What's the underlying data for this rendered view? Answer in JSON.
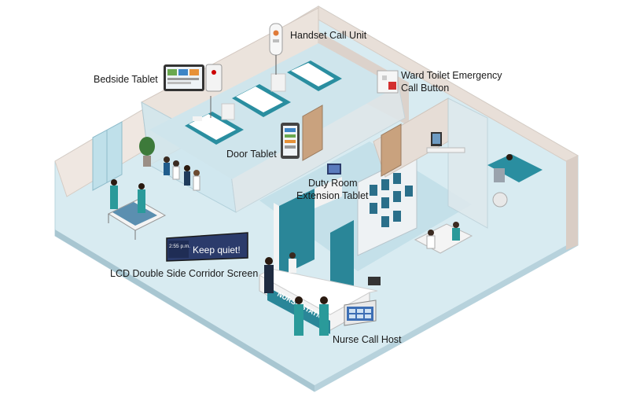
{
  "labels": {
    "handset_call_unit": "Handset Call Unit",
    "bedside_tablet": "Bedside Tablet",
    "ward_toilet_line1": "Ward Toilet Emergency",
    "ward_toilet_line2": "Call Button",
    "door_tablet": "Door Tablet",
    "duty_room_line1": "Duty Room",
    "duty_room_line2": "Extension Tablet",
    "lcd_screen": "LCD Double Side Corridor Screen",
    "nurse_call_host": "Nurse Call Host"
  },
  "corridor_screen": {
    "time": "2:55 p.m.",
    "message": "Keep quiet!"
  },
  "station_sign": "NURSE STATION",
  "colors": {
    "floor": "#cfe6ee",
    "wall": "#e9e2dc",
    "teal": "#1f7d8c",
    "glass": "#c6e3ec",
    "screen": "#2b3b6b"
  }
}
